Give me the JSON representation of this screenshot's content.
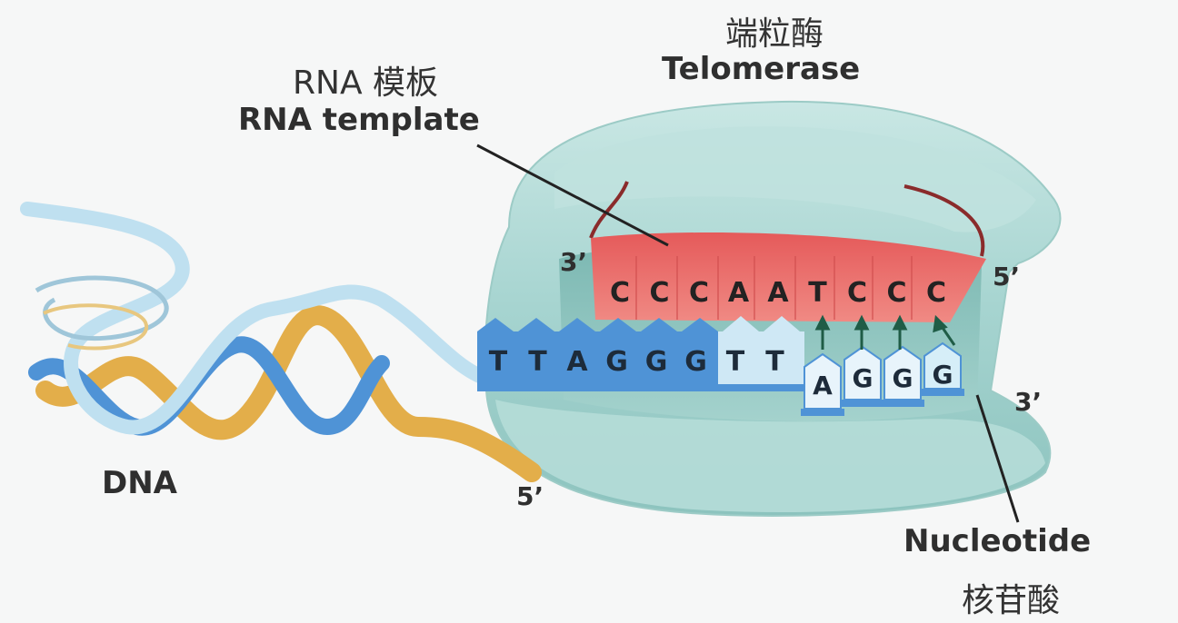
{
  "labels": {
    "telomerase_cn": "端粒酶",
    "telomerase_en": "Telomerase",
    "rna_template_cn": "RNA 模板",
    "rna_template_en": "RNA template",
    "dna": "DNA",
    "nucleotide_en": "Nucleotide",
    "nucleotide_cn": "核苷酸",
    "prime_3_rna": "3’",
    "prime_5_rna": "5’",
    "prime_3_dna": "3’",
    "prime_5_dna": "5’"
  },
  "rna_bases": [
    "C",
    "C",
    "C",
    "A",
    "A",
    "T",
    "C",
    "C",
    "C"
  ],
  "dna_bases": [
    "T",
    "T",
    "A",
    "G",
    "G",
    "G",
    "T",
    "T"
  ],
  "nucleotides": [
    "A",
    "G",
    "G",
    "G"
  ],
  "colors": {
    "enzyme": "#a9d6d2",
    "enzyme_dark": "#7fbcb6",
    "rna_template": "#ef6a6a",
    "dna_blue": "#4f93d6",
    "dna_light": "#bfe0f0",
    "dna_gold": "#e3ae4a"
  }
}
